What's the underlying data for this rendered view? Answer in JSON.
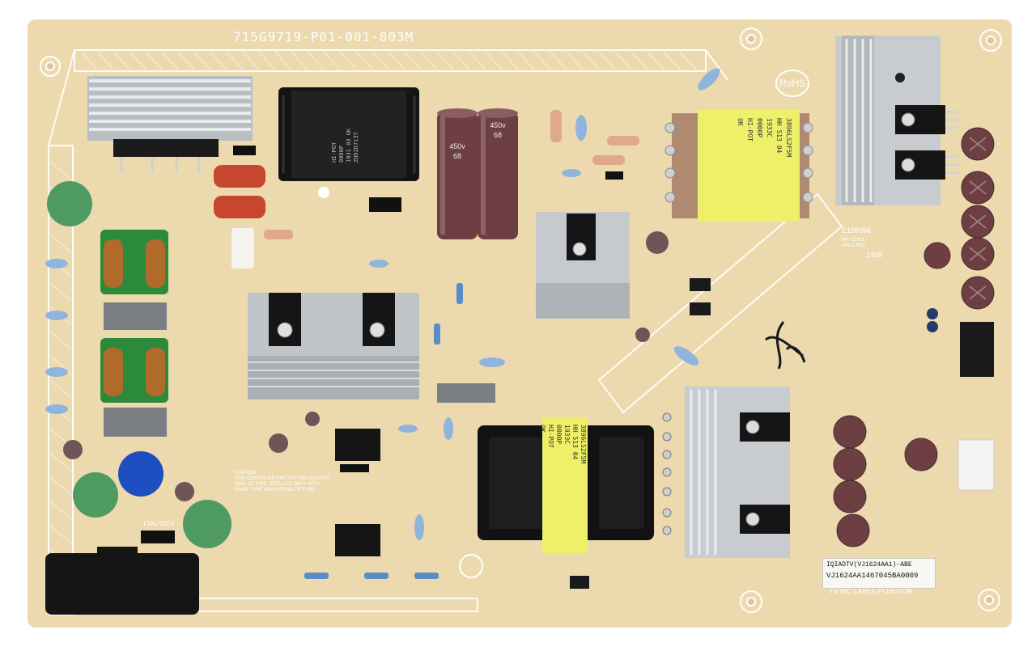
{
  "board": {
    "part_number": "715G9719-P01-001-003M",
    "rohs": "RoHS",
    "ul_mark": "E158066",
    "ul_sub": "MR-CEM1\n94V-0 A5U",
    "date_code": "1938",
    "caution_text": "CAUTION:\nFOR CONTINUED PROTECTION AGAINST\nRISK OF FIRE, REPLACE ONLY WITH\nSAME TYPE AND RATING OF FUSE.",
    "fuse_rating": "T3AL/250V",
    "label_position": "TV MC LABEL POSITION",
    "handwritten_mark": "Jp"
  },
  "sticker": {
    "line1": "IQIADTV(VJ1624AA1)-ABE",
    "line2": "VJ1624AA1467045BA0009"
  },
  "capacitors": {
    "voltage": "450v",
    "capacitance": "68"
  },
  "transformers": {
    "top_lines": [
      "3896LS2F5M",
      "HH 513 04",
      "1933C",
      "0000P",
      "HI-POT",
      "OK"
    ],
    "bottom_lines": [
      "3896LS2F5M",
      "HH 513 04",
      "1933C",
      "0000P",
      "HI-POT",
      "OK"
    ],
    "black_lines": [
      "HI-POT",
      "0000P",
      "1931 03 OK",
      "ZUD2D713T"
    ]
  },
  "colors": {
    "board": "#ecd9ae",
    "silkscreen": "#ffffff",
    "heatsink": "#c9ccd0",
    "capacitor_brown": "#6d3f42",
    "transformer_yellow": "#eef06a",
    "thermistor_green": "#4f9a63",
    "varistor_blue": "#1e4fc0"
  }
}
